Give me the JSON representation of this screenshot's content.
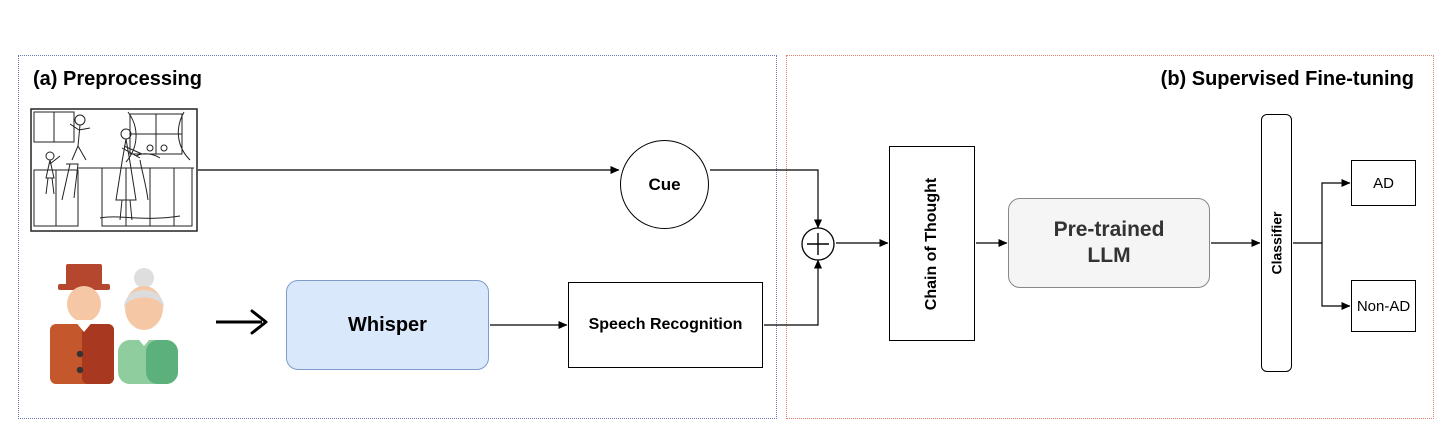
{
  "panels": {
    "preprocessing_title": "(a) Preprocessing",
    "finetuning_title": "(b) Supervised Fine-tuning"
  },
  "nodes": {
    "cue": "Cue",
    "whisper": "Whisper",
    "speech_recognition": "Speech Recognition",
    "chain_of_thought": "Chain of Thought",
    "llm_line1": "Pre-trained",
    "llm_line2": "LLM",
    "classifier": "Classifier",
    "ad": "AD",
    "non_ad": "Non-AD"
  },
  "icons": {
    "picture": "cookie-theft-drawing-icon",
    "speakers": "elderly-couple-icon",
    "combine": "circled-plus-icon"
  },
  "colors": {
    "panel_a_border": "#6b77b8",
    "panel_b_border": "#e0806b",
    "whisper_fill": "#dae8fc",
    "llm_fill": "#f5f5f5"
  }
}
